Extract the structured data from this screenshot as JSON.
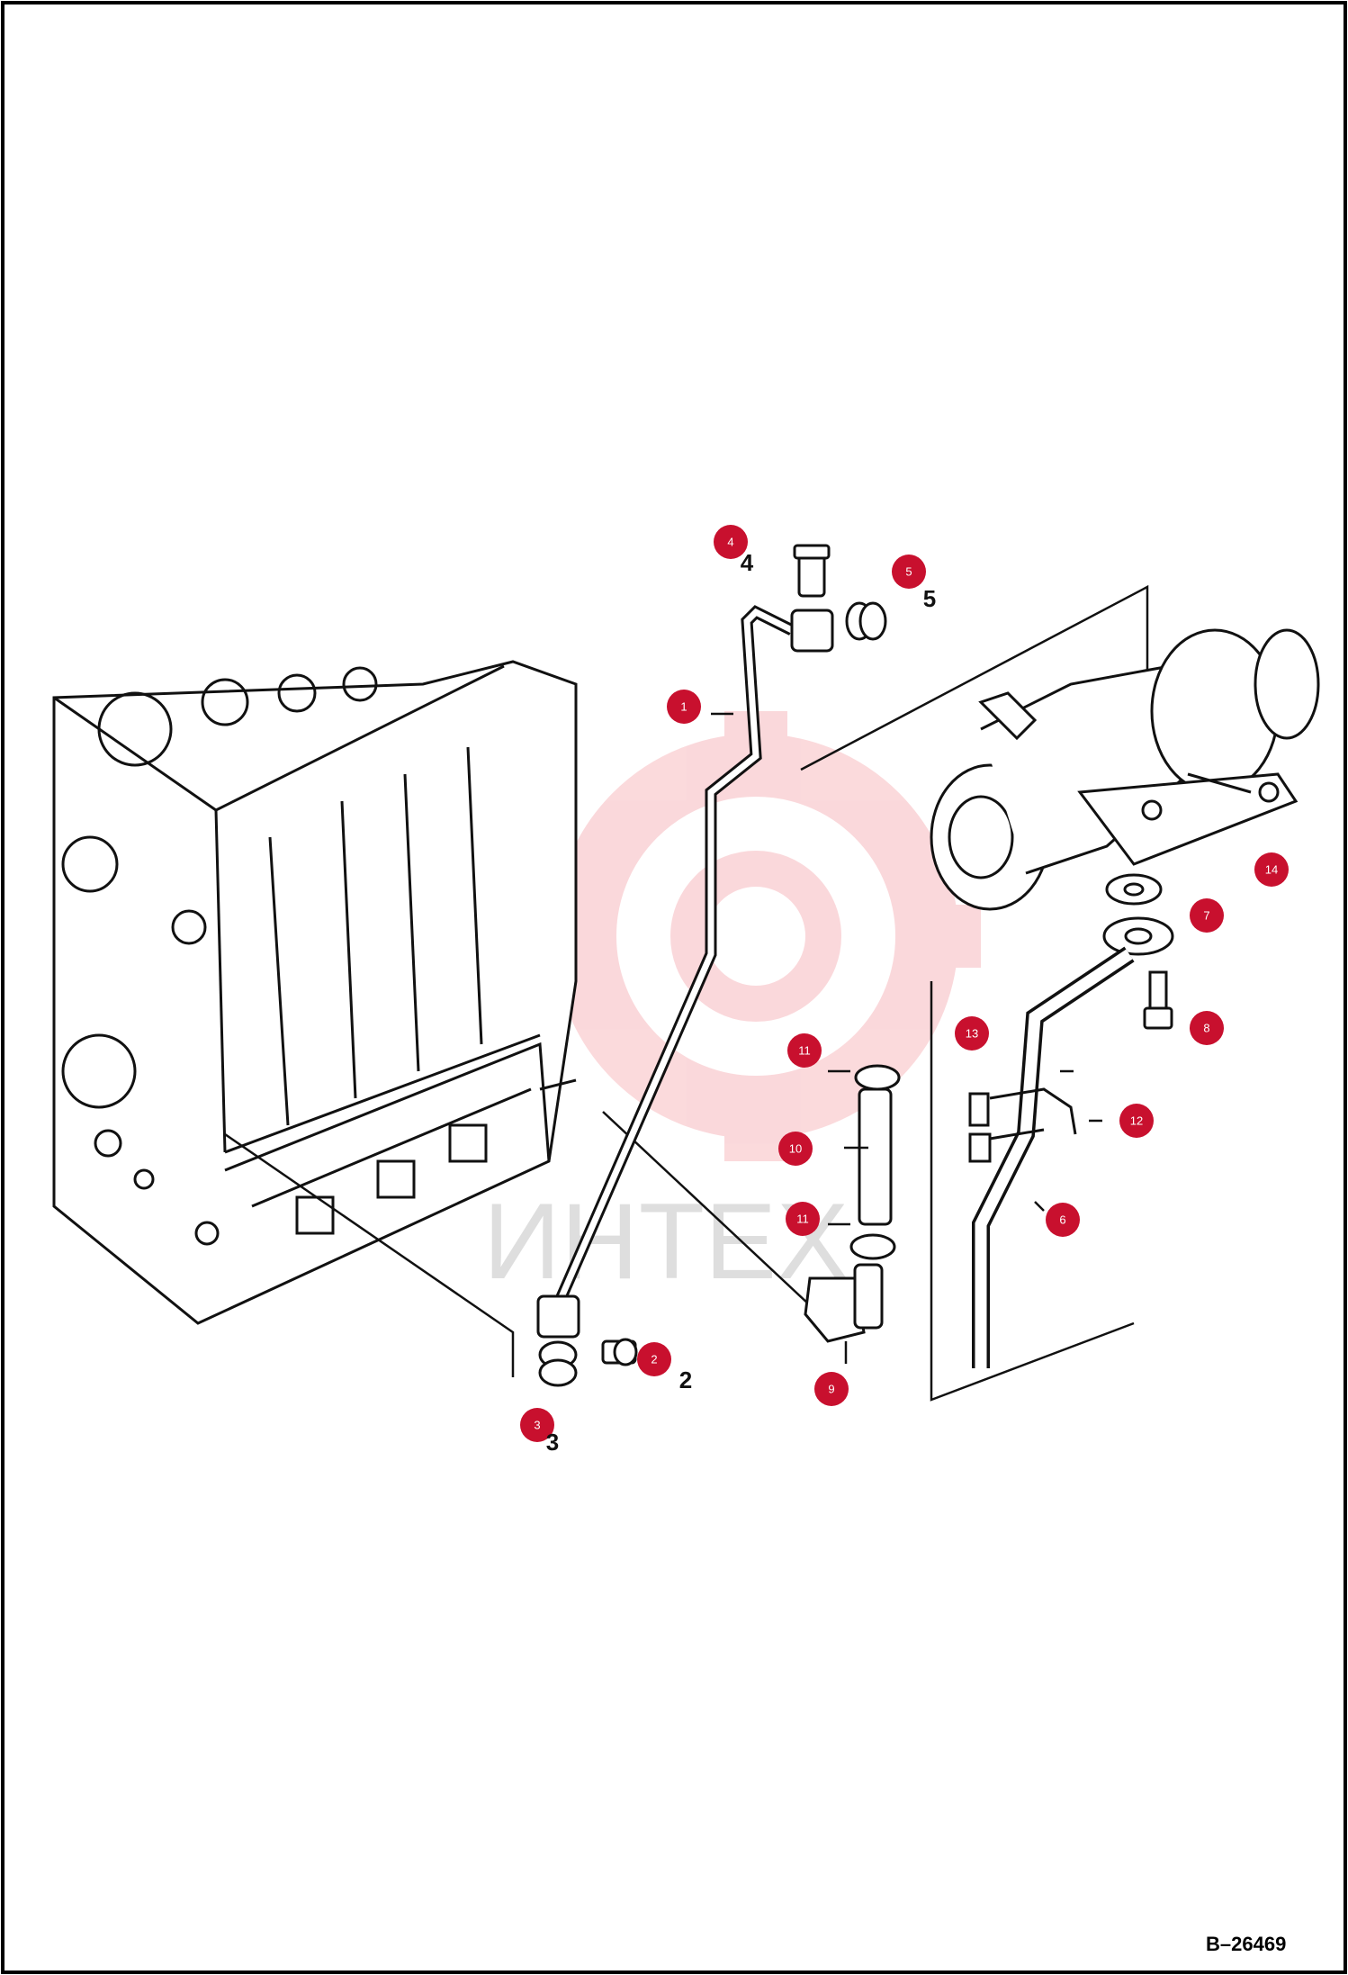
{
  "figure": {
    "reference_code": "B–26469",
    "watermark_text": "ИНТЕХ",
    "watermark_color": "#e8303c"
  },
  "callouts": [
    {
      "label": "1"
    },
    {
      "label": "2"
    },
    {
      "label": "3"
    },
    {
      "label": "4"
    },
    {
      "label": "5"
    },
    {
      "label": "6"
    },
    {
      "label": "7"
    },
    {
      "label": "8"
    },
    {
      "label": "9"
    },
    {
      "label": "10"
    },
    {
      "label": "11"
    },
    {
      "label": "11"
    },
    {
      "label": "12"
    },
    {
      "label": "13"
    },
    {
      "label": "14"
    }
  ],
  "plain_numbers": [
    {
      "label": "4"
    },
    {
      "label": "5"
    },
    {
      "label": "2"
    },
    {
      "label": "3"
    }
  ],
  "colors": {
    "callout_fill": "#c8102e",
    "line": "#111111"
  }
}
